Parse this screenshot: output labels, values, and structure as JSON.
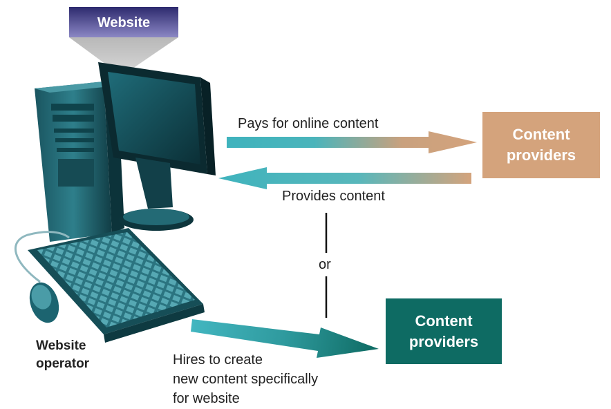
{
  "website_tag": "Website",
  "operator_label_line1": "Website",
  "operator_label_line2": "operator",
  "pays_label": "Pays for online content",
  "provides_label": "Provides content",
  "or_label": "or",
  "hires_line1": "Hires to create",
  "hires_line2": "new content specifically",
  "hires_line3": "for website",
  "provider_box_top": "Content\nproviders",
  "provider_box_bottom": "Content\nproviders",
  "colors": {
    "tag_top": "#2d2a6e",
    "tag_bottom": "#8b87c4",
    "teal": "#3fb3bd",
    "tan": "#d4a37c",
    "dark_teal": "#0e6b63",
    "bottom_arrow": "#1b7a70"
  },
  "icons": [
    "computer-tower-icon",
    "monitor-icon",
    "keyboard-icon",
    "mouse-icon"
  ]
}
